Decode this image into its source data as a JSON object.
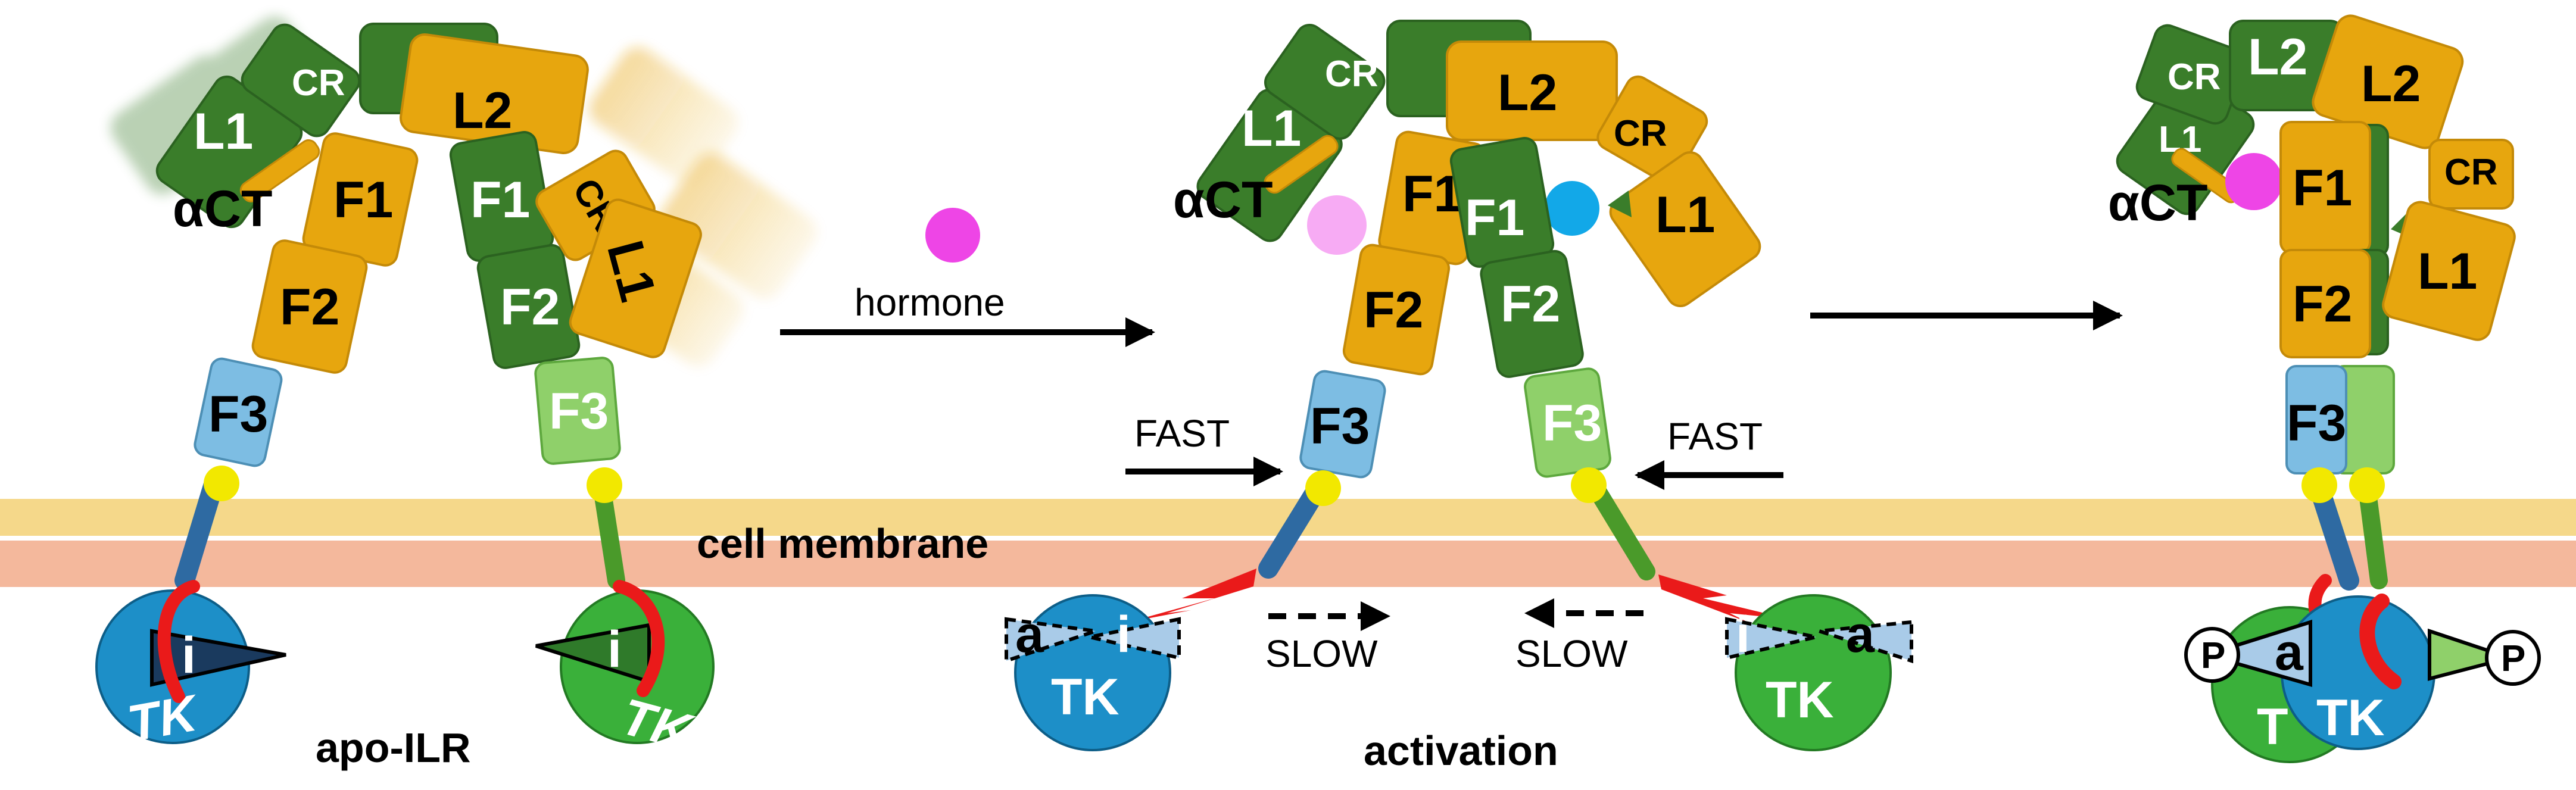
{
  "colors": {
    "dark_green": "#3a7d2a",
    "dark_green_edge": "#2b6220",
    "orange": "#e7a60e",
    "orange_edge": "#c48a08",
    "light_blue": "#7dbde3",
    "light_green": "#8fd06a",
    "tk_blue": "#1d8fc8",
    "tk_green": "#3ab03a",
    "tm_blue": "#2e6aa2",
    "tm_green": "#4a9a2a",
    "yellow": "#f2e800",
    "membrane_top": "#f5d88a",
    "membrane_bottom": "#f4b89c",
    "magenta": "#ee45e6",
    "cyan": "#12a8e8",
    "red": "#ea1a1a"
  },
  "labels": {
    "CR": "CR",
    "L1": "L1",
    "L2": "L2",
    "F1": "F1",
    "F2": "F2",
    "F3": "F3",
    "aCT": "αCT",
    "TK": "TK",
    "T": "T",
    "i": "i",
    "a": "a",
    "P": "P"
  },
  "text": {
    "hormone": "hormone",
    "cell_membrane": "cell membrane",
    "apo_ilr": "apo-ILR",
    "activation": "activation",
    "fast_left": "FAST",
    "fast_right": "FAST",
    "slow_left": "SLOW",
    "slow_right": "SLOW"
  }
}
